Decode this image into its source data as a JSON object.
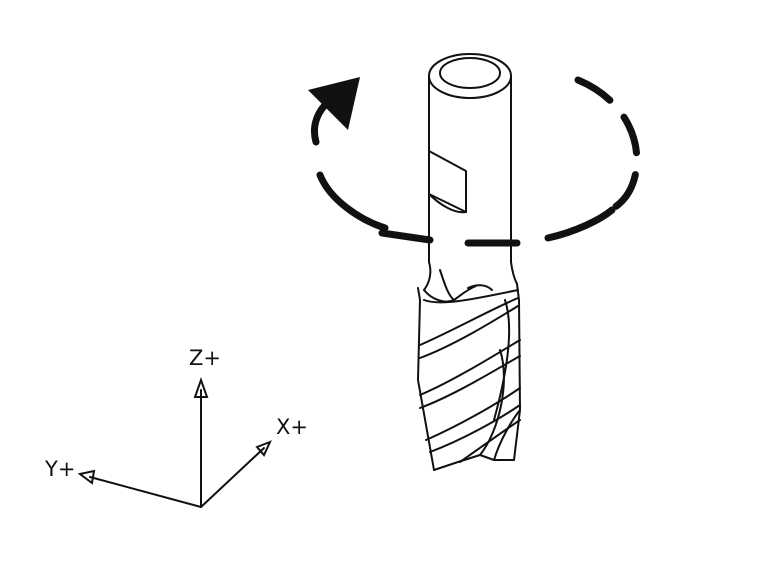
{
  "axes": {
    "z_label": "Z+",
    "x_label": "X+",
    "y_label": "Y+"
  },
  "colors": {
    "ink": "#111111",
    "background": "#ffffff"
  },
  "icons": [
    "end-mill-tool",
    "rotation-arrow"
  ]
}
